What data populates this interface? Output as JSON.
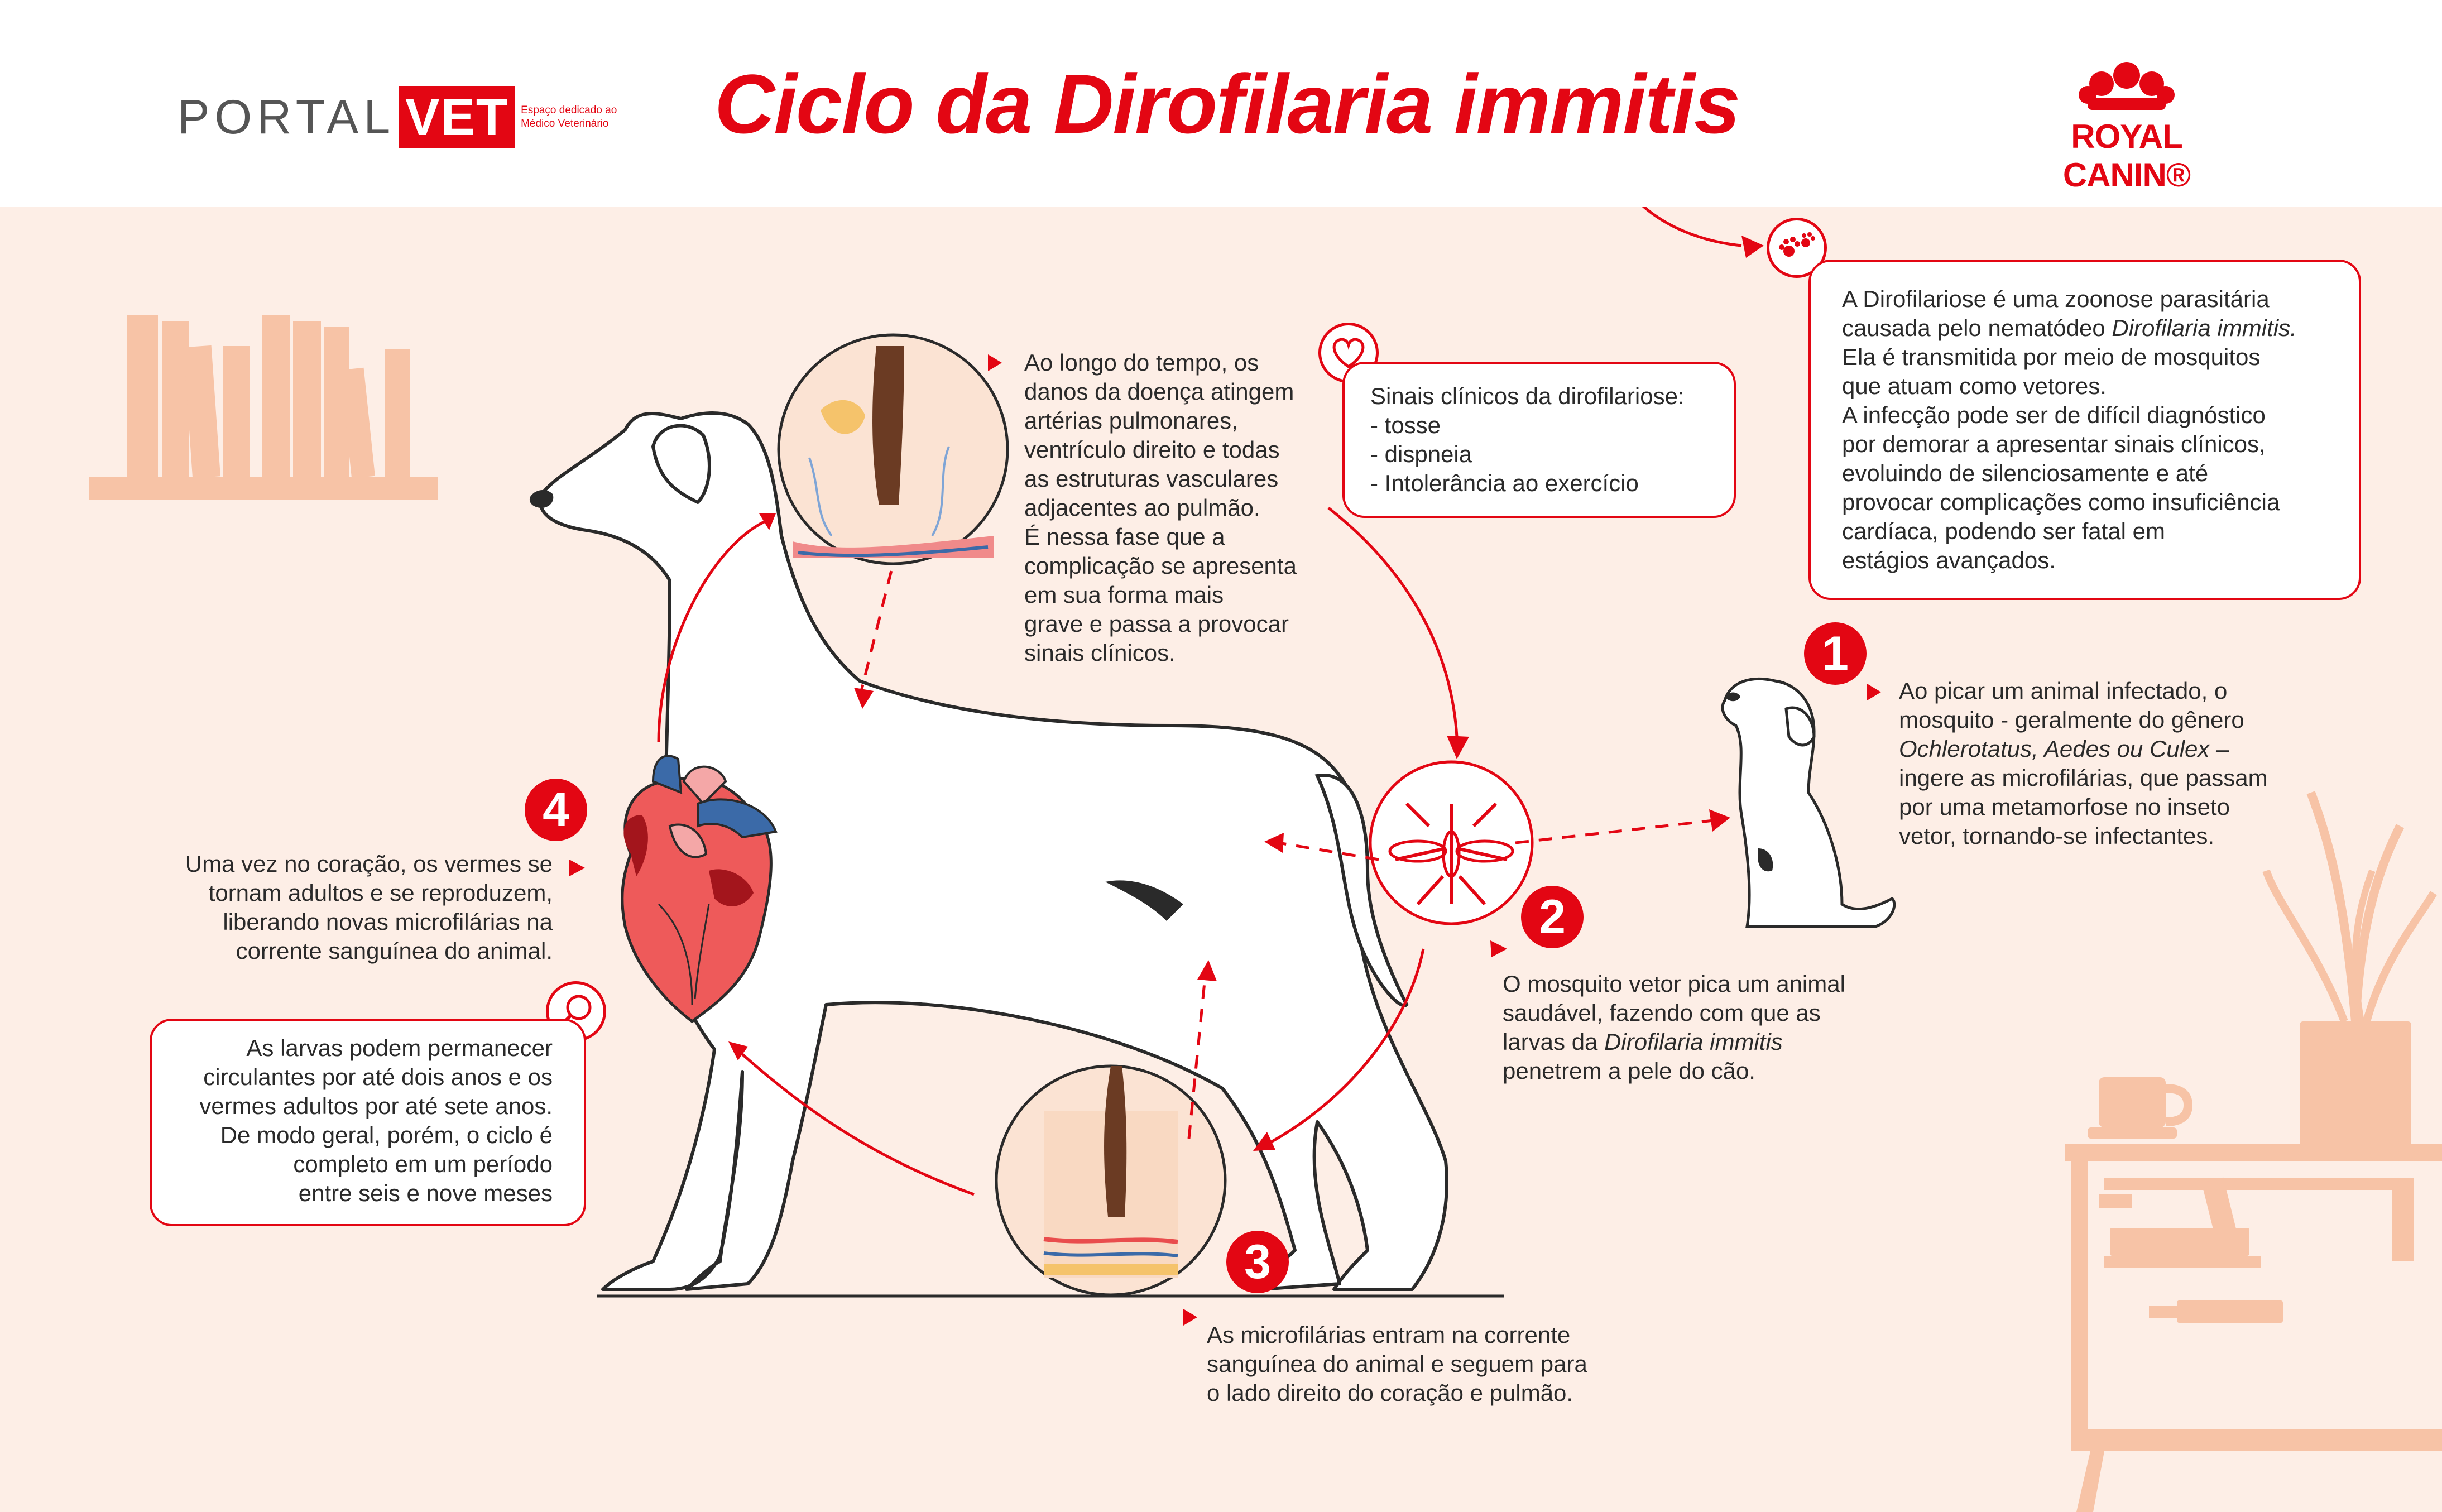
{
  "header": {
    "title": "Ciclo da Dirofilaria immitis",
    "portal_logo": {
      "word1": "PORTAL",
      "word2": "VET",
      "tagline": "Espaço dedicado ao Médico Veterinário"
    },
    "brand_logo": "ROYAL CANIN®"
  },
  "colors": {
    "accent": "#e30613",
    "background": "#fdeee6",
    "decor": "#f7c3a6",
    "text": "#2a2a2a"
  },
  "intro": {
    "lines": [
      "A Dirofilariose é uma zoonose parasitária",
      "causada pelo nematódeo",
      "Dirofilaria immitis.",
      "Ela é transmitida por meio de mosquitos",
      "que atuam como vetores.",
      "A infecção pode ser de difícil diagnóstico",
      "por demorar a apresentar sinais clínicos,",
      "evoluindo de silenciosamente e até",
      "provocar complicações como insuficiência",
      "cardíaca, podendo ser fatal em",
      "estágios avançados."
    ]
  },
  "clinical_signs": {
    "title": "Sinais clínicos da dirofilariose:",
    "items": [
      "- tosse",
      "- dispneia",
      "- Intolerância ao exercício"
    ]
  },
  "damage_text": {
    "lines": [
      "Ao longo do tempo, os",
      "danos da doença atingem",
      "artérias pulmonares,",
      "ventrículo direito e todas",
      "as estruturas vasculares",
      "adjacentes ao pulmão.",
      "É nessa fase que a",
      "complicação se apresenta",
      "em sua forma mais",
      "grave e passa a provocar",
      "sinais clínicos."
    ]
  },
  "steps": [
    {
      "number": "1",
      "lines": [
        "Ao picar um animal infectado, o",
        "mosquito - geralmente do gênero",
        "Ochlerotatus, Aedes ou Culex –",
        "ingere as microfilárias,  que passam",
        "por uma metamorfose no inseto",
        "vetor, tornando-se infectantes."
      ]
    },
    {
      "number": "2",
      "lines": [
        "O mosquito vetor pica um animal",
        "saudável, fazendo com que as",
        "larvas da",
        "Dirofilaria immitis",
        "penetrem a pele do cão."
      ]
    },
    {
      "number": "3",
      "lines": [
        "As microfilárias entram na corrente",
        "sanguínea do animal e seguem para",
        "o lado direito do coração e pulmão."
      ]
    },
    {
      "number": "4",
      "lines": [
        "Uma vez no coração, os vermes se",
        "tornam adultos e se reproduzem,",
        "liberando novas microfilárias na",
        "corrente sanguínea do animal."
      ]
    }
  ],
  "duration_note": {
    "lines": [
      "As larvas podem permanecer",
      "circulantes por até dois anos e os",
      "vermes adultos por até sete anos.",
      "De modo geral, porém, o ciclo é",
      "completo em um período",
      "entre seis e nove meses"
    ]
  }
}
